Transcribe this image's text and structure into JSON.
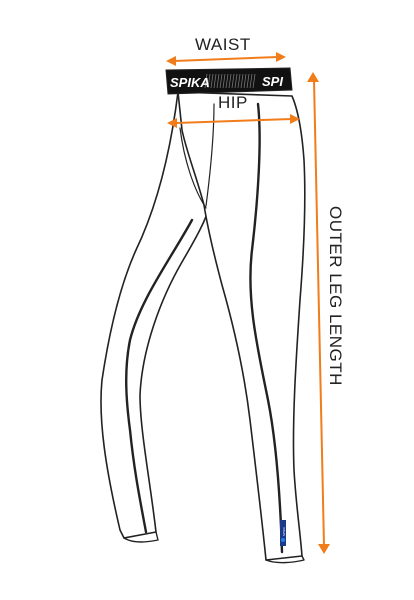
{
  "labels": {
    "waist": "WAIST",
    "hip": "HIP",
    "outer_leg_length": "OUTER LEG LENGTH"
  },
  "brand": {
    "waistband_left": "SPIKA",
    "waistband_right": "SPI",
    "leg_tag": "SPIKA"
  },
  "colors": {
    "measure_accent": "#f07c1a",
    "outline": "#222222",
    "waistband": "#111111"
  }
}
